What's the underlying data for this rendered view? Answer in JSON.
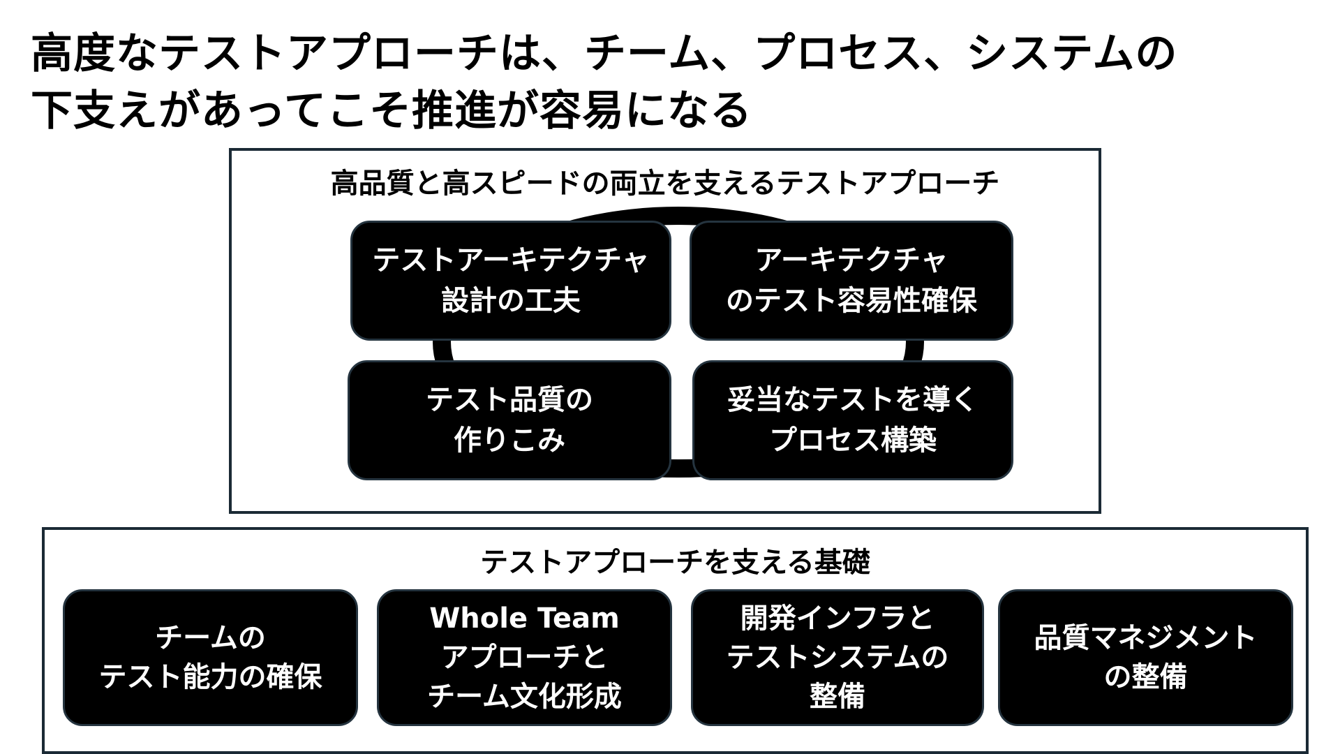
{
  "title": {
    "line1": "高度なテストアプローチは、チーム、プロセス、システムの",
    "line2": "下支えがあってこそ推進が容易になる"
  },
  "approach_panel": {
    "title": "高品質と高スピードの両立を支えるテストアプローチ",
    "boxes": [
      {
        "line1": "テストアーキテクチャ",
        "line2": "設計の工夫"
      },
      {
        "line1": "アーキテクチャ",
        "line2": "のテスト容易性確保"
      },
      {
        "line1": "テスト品質の",
        "line2": "作りこみ"
      },
      {
        "line1": "妥当なテストを導く",
        "line2": "プロセス構築"
      }
    ]
  },
  "foundation_panel": {
    "title": "テストアプローチを支える基礎",
    "boxes": [
      {
        "line1": "チームの",
        "line2": "テスト能力の確保",
        "line3": ""
      },
      {
        "line1": "Whole Team",
        "line2": "アプローチと",
        "line3": "チーム文化形成"
      },
      {
        "line1": "開発インフラと",
        "line2": "テストシステムの",
        "line3": "整備"
      },
      {
        "line1": "品質マネジメント",
        "line2": "の整備",
        "line3": ""
      }
    ]
  },
  "colors": {
    "box_fill": "#000000",
    "box_text": "#ffffff",
    "panel_border": "#1b2a35",
    "background": "#ffffff"
  }
}
